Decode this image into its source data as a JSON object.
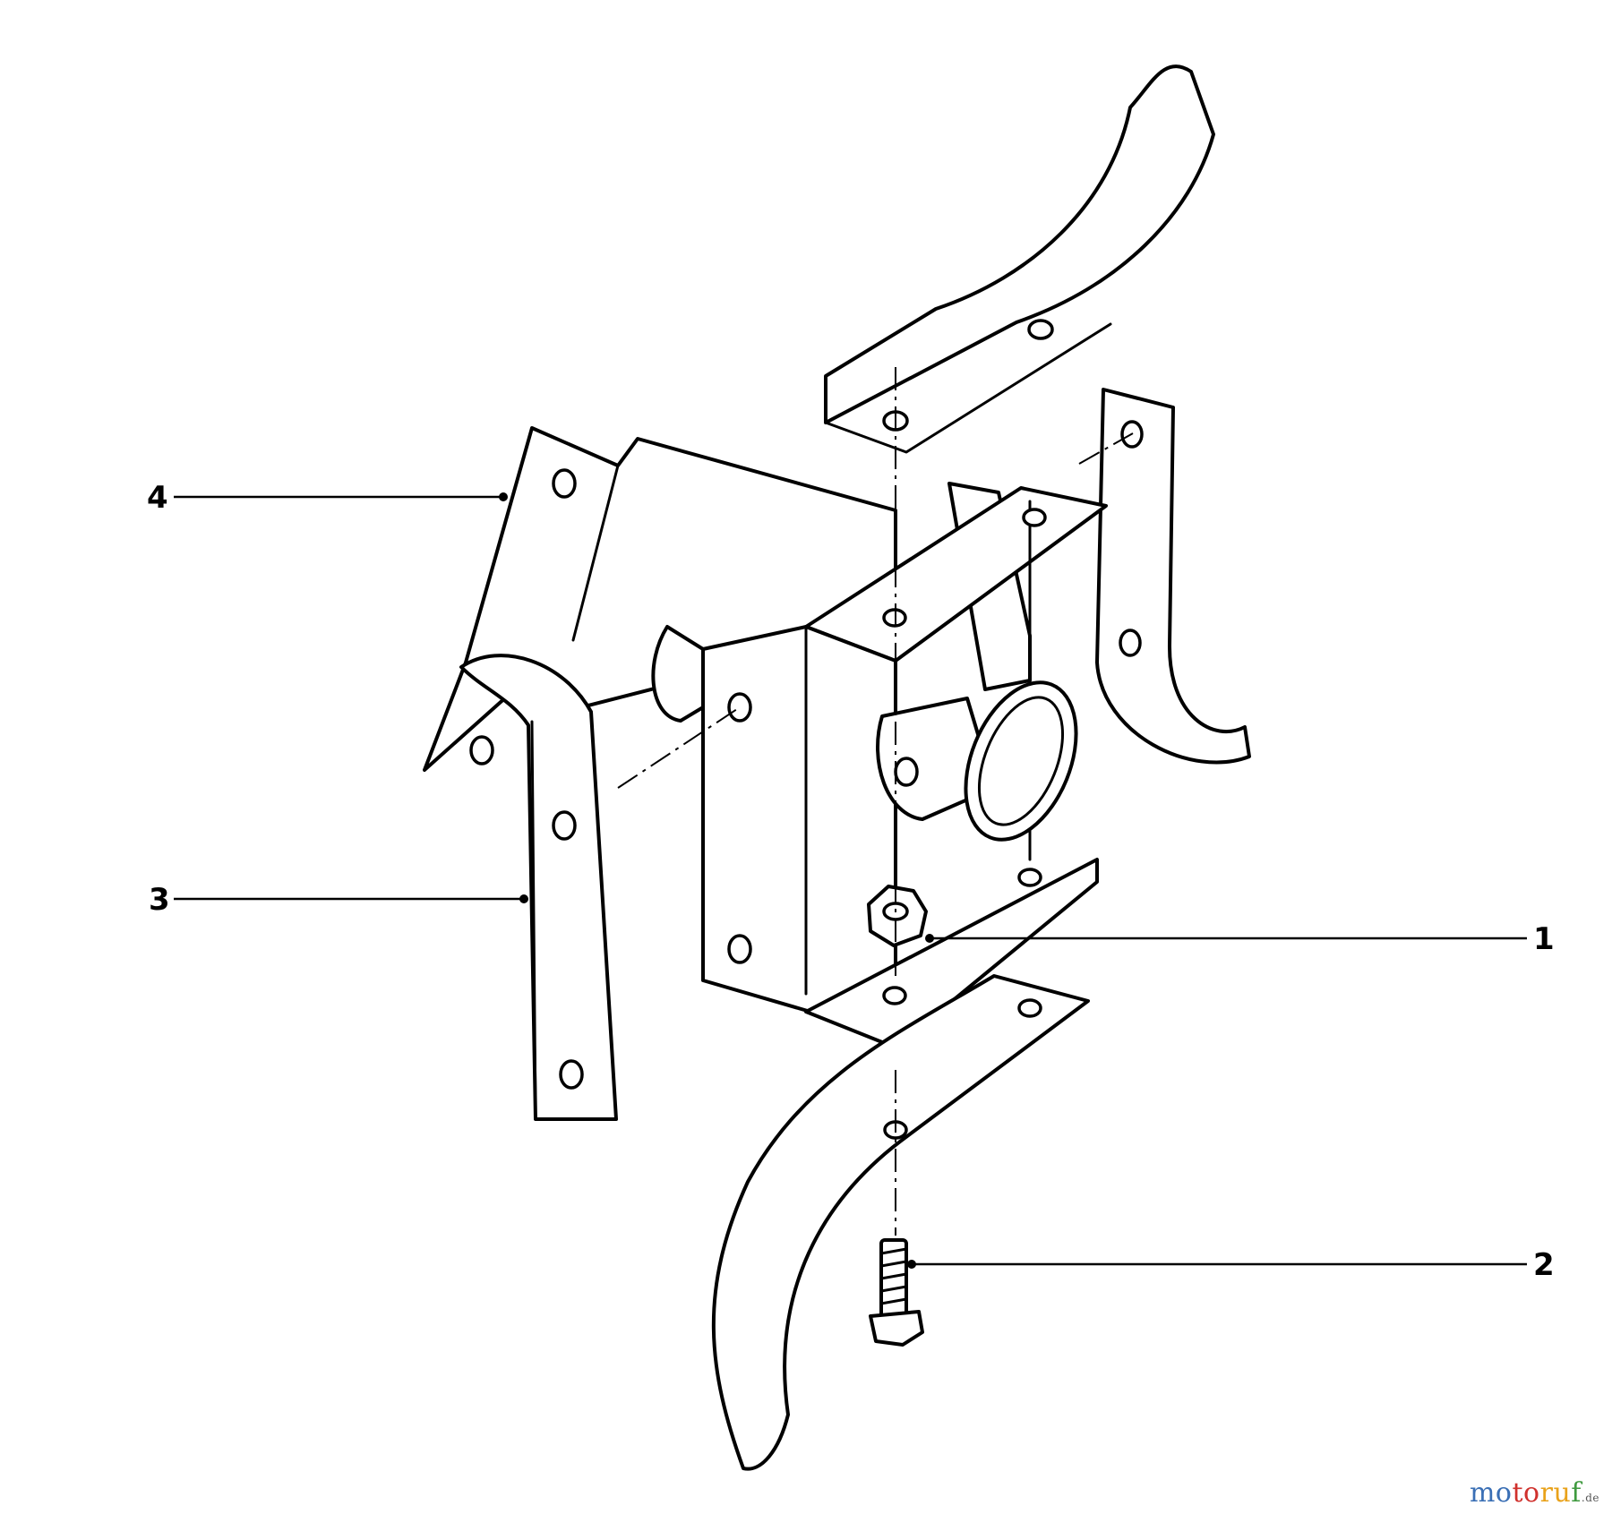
{
  "callouts": [
    {
      "number": "1",
      "part": "nut"
    },
    {
      "number": "2",
      "part": "bolt"
    },
    {
      "number": "3",
      "part": "tine-left"
    },
    {
      "number": "4",
      "part": "flange-plate"
    }
  ],
  "watermark": {
    "brand": "motoruf",
    "tld": ".de",
    "colors": [
      "#3a6fb5",
      "#d0312d",
      "#e9a21a",
      "#3f9a3f"
    ]
  }
}
